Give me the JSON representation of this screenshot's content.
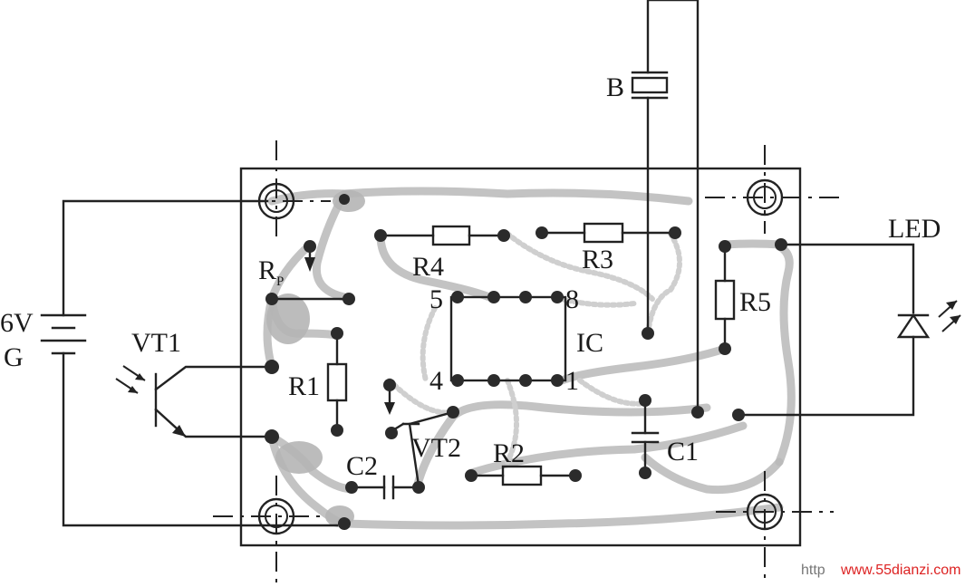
{
  "diagram": {
    "labels": {
      "battery_voltage": "6V",
      "battery": "G",
      "phototransistor": "VT1",
      "pot_main": "R",
      "pot_sub": "P",
      "r1": "R1",
      "r2": "R2",
      "r3": "R3",
      "r4": "R4",
      "r5": "R5",
      "c1": "C1",
      "c2": "C2",
      "transistor": "VT2",
      "ic": "IC",
      "ic_pin_1": "1",
      "ic_pin_4": "4",
      "ic_pin_5": "5",
      "ic_pin_8": "8",
      "buzzer": "B",
      "led": "LED"
    },
    "watermark": {
      "prefix": "http",
      "site": "www.55dianzi.com"
    }
  }
}
